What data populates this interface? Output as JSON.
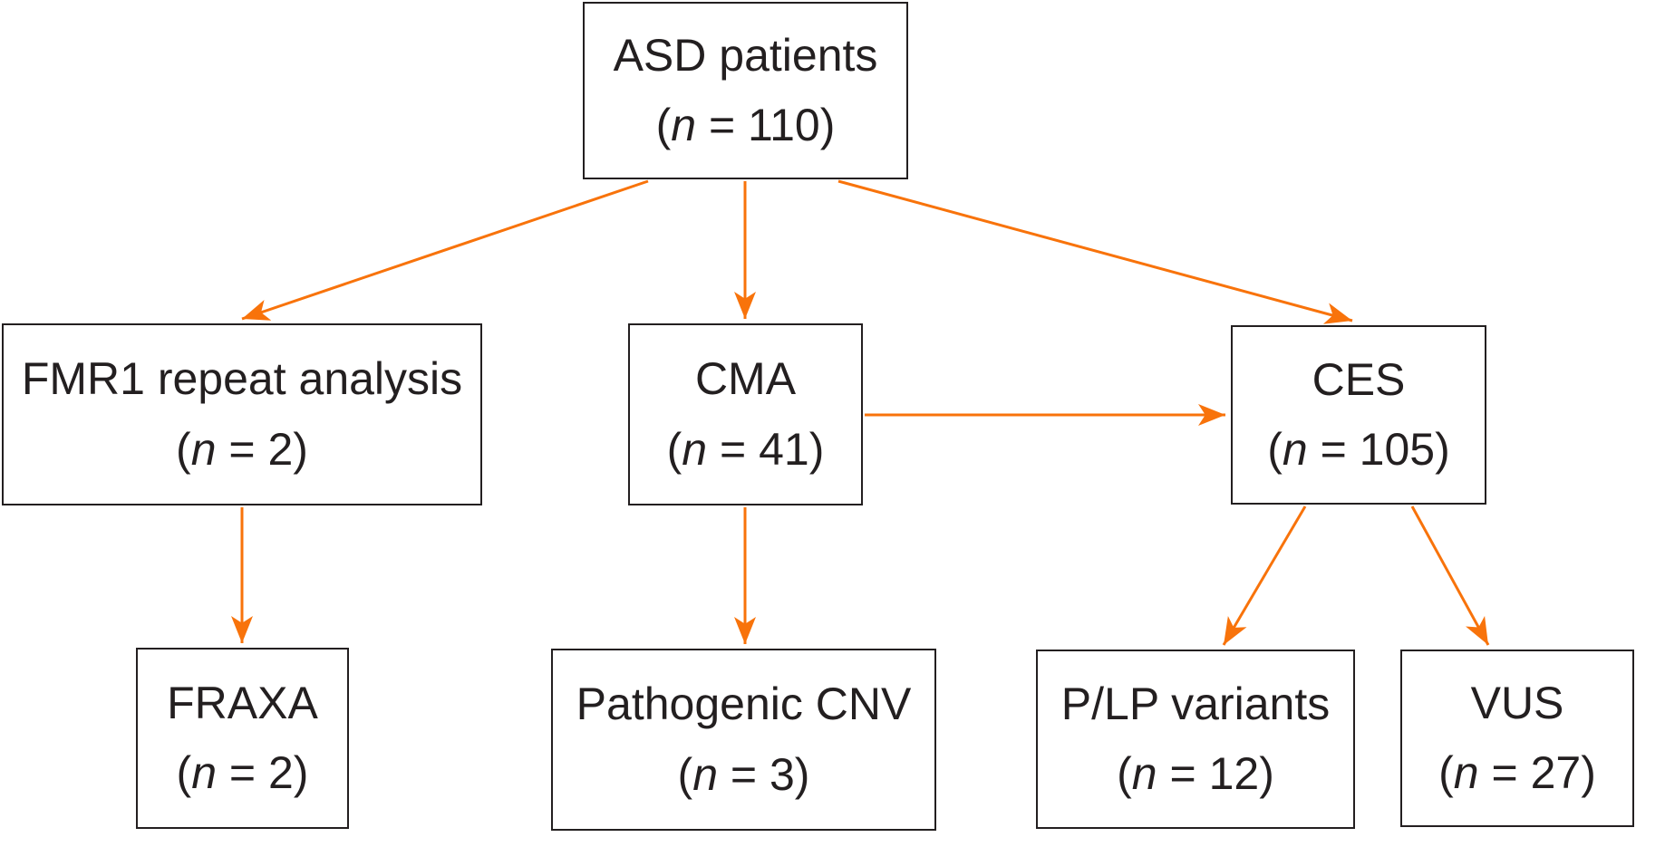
{
  "colors": {
    "background": "#ffffff",
    "ink": "#231f20",
    "arrow": "#f8730b"
  },
  "glyphs": {
    "open_paren": "(",
    "n_symbol": "n",
    "equals": " = ",
    "close_paren": ")"
  },
  "nodes": [
    {
      "id": "asd",
      "label": "ASD patients",
      "n": "110"
    },
    {
      "id": "fmr1",
      "label": "FMR1 repeat analysis",
      "n": "2"
    },
    {
      "id": "cma",
      "label": "CMA",
      "n": "41"
    },
    {
      "id": "ces",
      "label": "CES",
      "n": "105"
    },
    {
      "id": "fraxa",
      "label": "FRAXA",
      "n": "2"
    },
    {
      "id": "cnv",
      "label": "Pathogenic CNV",
      "n": "3"
    },
    {
      "id": "plp",
      "label": "P/LP variants",
      "n": "12"
    },
    {
      "id": "vus",
      "label": "VUS",
      "n": "27"
    }
  ],
  "edges": [
    {
      "from": "ASD patients",
      "to": "FMR1 repeat analysis"
    },
    {
      "from": "ASD patients",
      "to": "CMA"
    },
    {
      "from": "ASD patients",
      "to": "CES"
    },
    {
      "from": "CMA",
      "to": "CES"
    },
    {
      "from": "FMR1 repeat analysis",
      "to": "FRAXA"
    },
    {
      "from": "CMA",
      "to": "Pathogenic CNV"
    },
    {
      "from": "CES",
      "to": "P/LP variants"
    },
    {
      "from": "CES",
      "to": "VUS"
    }
  ]
}
